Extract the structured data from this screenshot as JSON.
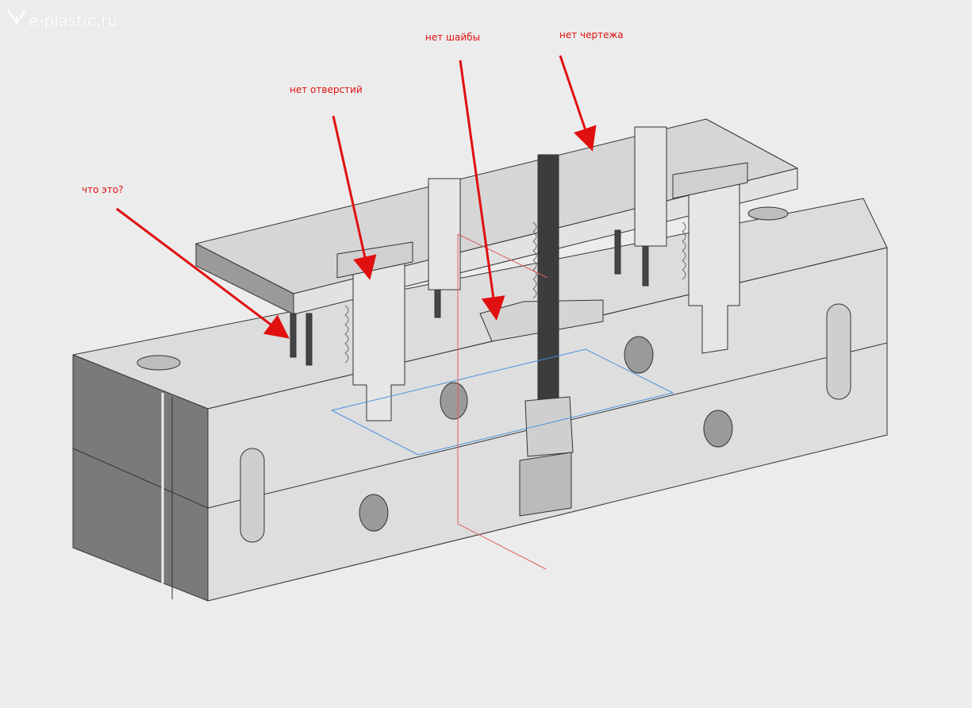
{
  "watermark": {
    "text": "e-plastic.ru",
    "icon": "logo-icon"
  },
  "annotations": [
    {
      "id": "what-is-this",
      "text": "что это?"
    },
    {
      "id": "no-holes",
      "text": "нет отверстий"
    },
    {
      "id": "no-washer",
      "text": "нет шайбы"
    },
    {
      "id": "no-drawing",
      "text": "нет чертежа"
    }
  ],
  "colors": {
    "annotation": "#e01010",
    "background": "#ececec",
    "section_plane": "#4a8fe0"
  }
}
